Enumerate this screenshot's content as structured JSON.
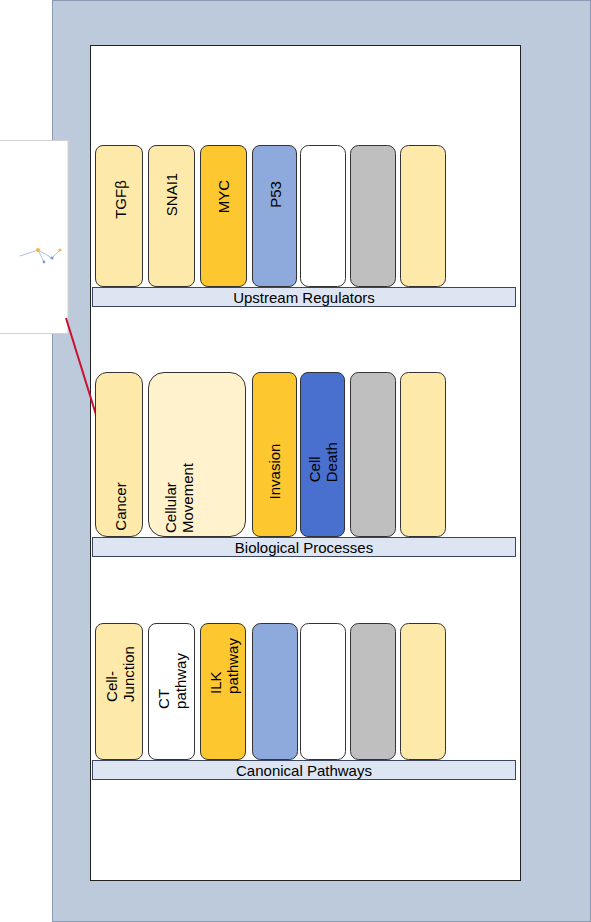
{
  "diagram": {
    "nodes": [
      {
        "text": [
          "TGFβ"
        ]
      },
      {
        "text": [
          "SNAI1"
        ]
      },
      {
        "text": [
          "MYC"
        ]
      },
      {
        "text": [
          "P53"
        ]
      },
      {
        "text": [
          "Upstream Regulators"
        ]
      },
      {
        "text": [
          "Cancer"
        ]
      },
      {
        "text": [
          "Cellular Movement"
        ]
      },
      {
        "text": [
          "Invasion"
        ]
      },
      {
        "text": [
          "Cell Death"
        ]
      },
      {
        "text": [
          "Biological Processes"
        ]
      },
      {
        "text": [
          "Cell-Junction"
        ]
      },
      {
        "text": [
          "CT pathway"
        ]
      },
      {
        "text": [
          "ILK pathway"
        ]
      },
      {
        "text": [
          "Canonical Pathways"
        ]
      }
    ]
  }
}
